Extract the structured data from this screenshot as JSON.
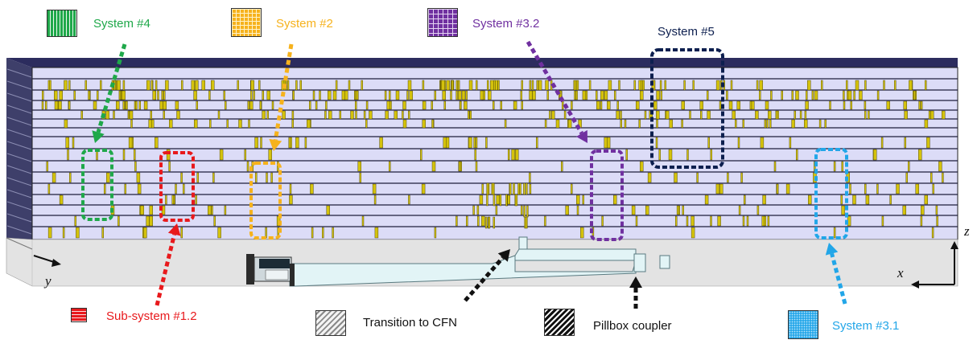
{
  "legend": {
    "system4": {
      "label": "System #4",
      "color": "#1fa84a"
    },
    "system2": {
      "label": "System #2",
      "color": "#f6b21d"
    },
    "system32": {
      "label": "System #3.2",
      "color": "#7030a0"
    },
    "system5": {
      "label": "System #5",
      "color": "#0d1f4f"
    },
    "subsystem12": {
      "label": "Sub-system #1.2",
      "color": "#e8191c"
    },
    "transition": {
      "label": "Transition to CFN",
      "color": "#888888"
    },
    "pillbox": {
      "label": "Pillbox coupler",
      "color": "#111111"
    },
    "system31": {
      "label": "System #3.1",
      "color": "#22a6e8"
    }
  },
  "axes": {
    "x": "x",
    "y": "y",
    "z": "z"
  },
  "colors": {
    "block_front": "#dcdcf7",
    "block_top": "#2c2c5e",
    "block_side": "#3e3f6a",
    "floor": "#e3e3e3",
    "waveguide": "#e2f4f6",
    "element": "#d4c20c"
  }
}
